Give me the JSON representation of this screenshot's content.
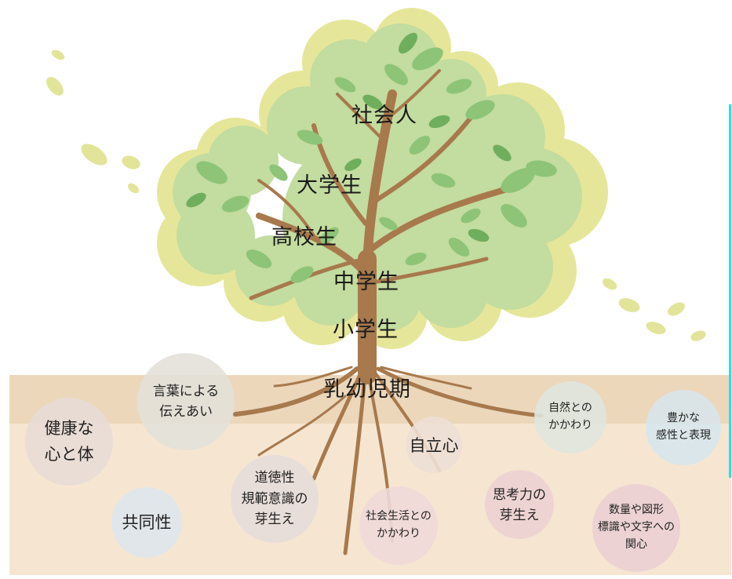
{
  "colors": {
    "soil": "#f6e6d1",
    "soil_top": "#ecd7bb",
    "foliage_back": "#e6e69a",
    "foliage": "#c3dca0",
    "leaf": "#8dc477",
    "leaf_dark": "#6fae5c",
    "trunk": "#a7794d",
    "accent": "#22e1ee"
  },
  "stages": [
    {
      "id": "adult",
      "label": "社会人"
    },
    {
      "id": "university",
      "label": "大学生"
    },
    {
      "id": "high-school",
      "label": "高校生"
    },
    {
      "id": "middle-school",
      "label": "中学生"
    },
    {
      "id": "elementary",
      "label": "小学生"
    },
    {
      "id": "early-childhood",
      "label": "乳幼児期"
    }
  ],
  "roots": [
    {
      "label": "健康な\n心と体",
      "color": "#e8dcd6"
    },
    {
      "label": "言葉による\n伝えあい",
      "color": "#e3e1d9"
    },
    {
      "label": "共同性",
      "color": "#dfe5ec"
    },
    {
      "label": "道徳性\n規範意識の\n芽生え",
      "color": "#e7ddd9"
    },
    {
      "label": "社会生活との\nかかわり",
      "color": "#efd9d9"
    },
    {
      "label": "自立心",
      "color": "#eedfd5"
    },
    {
      "label": "思考力の\n芽生え",
      "color": "#ecd2d2"
    },
    {
      "label": "自然との\nかかわり",
      "color": "#e0e6de"
    },
    {
      "label": "豊かな\n感性と表現",
      "color": "#d8e6ec"
    },
    {
      "label": "数量や図形\n標識や文字への\n関心",
      "color": "#ebcfd3"
    }
  ]
}
